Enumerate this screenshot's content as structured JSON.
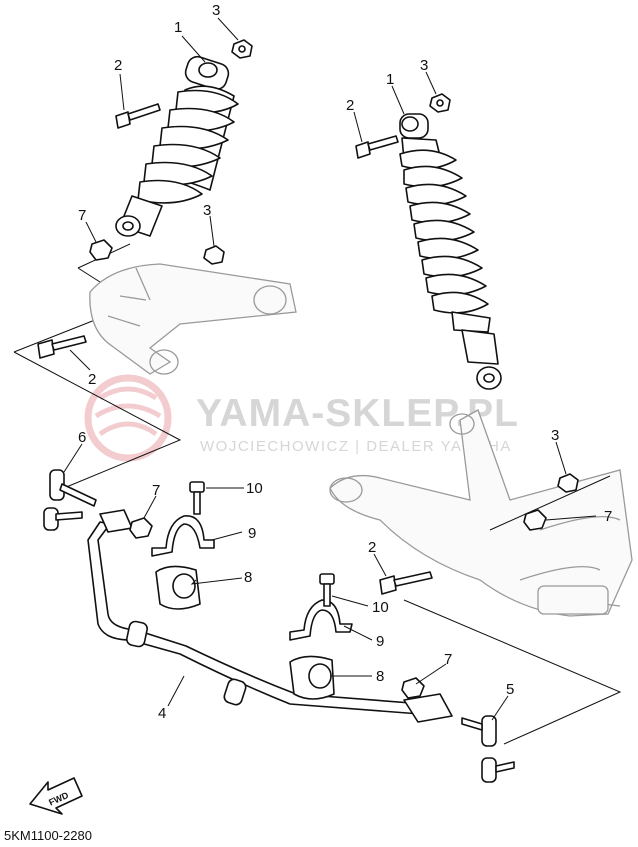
{
  "callouts": {
    "c1a": "1",
    "c1b": "1",
    "c2a": "2",
    "c2b": "2",
    "c2c": "2",
    "c3a": "3",
    "c3b": "3",
    "c3c": "3",
    "c3d": "3",
    "c4": "4",
    "c5": "5",
    "c6": "6",
    "c7a": "7",
    "c7b": "7",
    "c7c": "7",
    "c7d": "7",
    "c8a": "8",
    "c8b": "8",
    "c9a": "9",
    "c9b": "9",
    "c10a": "10",
    "c10b": "10"
  },
  "watermark": {
    "brand": "YAMA-SKLEP.PL",
    "dealer": "WOJCIECHOWICZ | DEALER YAMAHA",
    "logo_color": "#e8a3a8",
    "text_color": "#d6d6d6"
  },
  "fwd_label": "FWD",
  "diagram_code": "5KM1100-2280"
}
